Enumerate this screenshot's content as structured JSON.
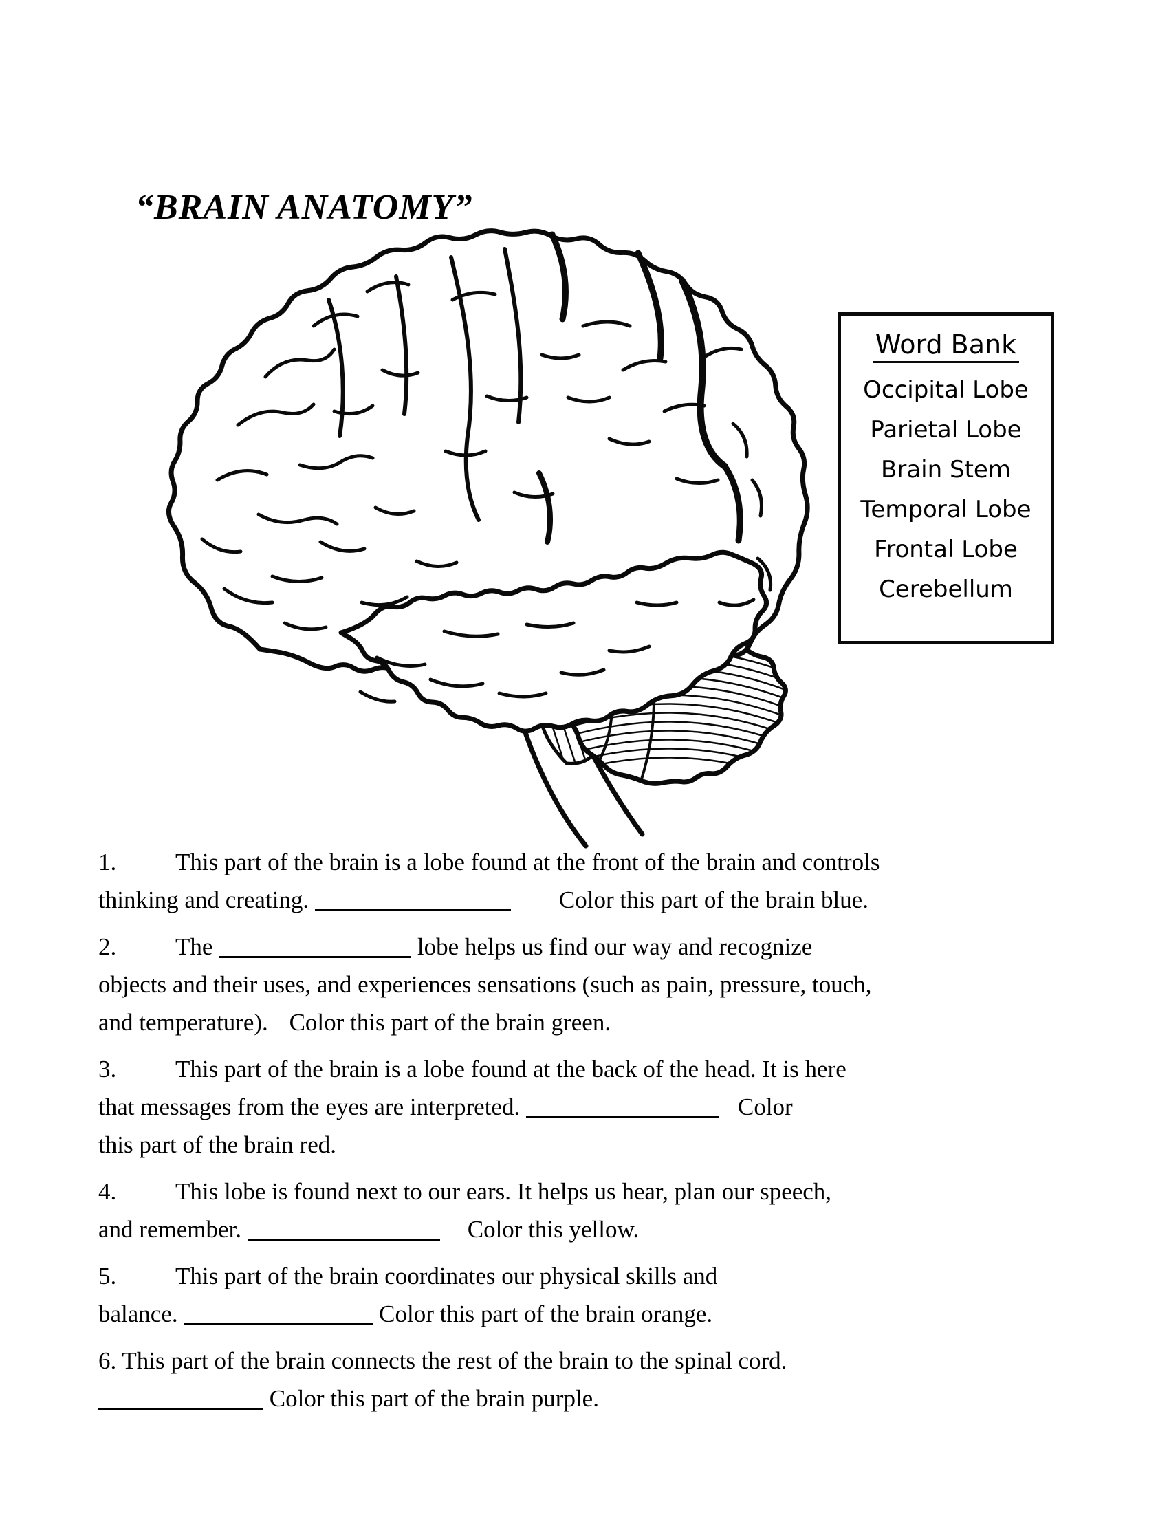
{
  "page": {
    "background": "#ffffff",
    "ink": "#0a0a0a"
  },
  "title": "“BRAIN ANATOMY”",
  "word_bank": {
    "title": "Word Bank",
    "items": [
      "Occipital Lobe",
      "Parietal Lobe",
      "Brain Stem",
      "Temporal Lobe",
      "Frontal Lobe",
      "Cerebellum"
    ]
  },
  "diagram": {
    "label": "brain-lateral-view-line-drawing"
  },
  "questions": [
    {
      "lines": [
        [
          {
            "n": "1."
          },
          {
            "t": "This part of the brain is a lobe found at the front of the brain and controls"
          }
        ],
        [
          {
            "t": "thinking and creating. "
          },
          {
            "b": 285
          },
          {
            "g": 70
          },
          {
            "t": "Color this part of the brain blue."
          }
        ]
      ]
    },
    {
      "lines": [
        [
          {
            "n": "2."
          },
          {
            "t": "The "
          },
          {
            "b": 280
          },
          {
            "t": " lobe helps us find our way and recognize"
          }
        ],
        [
          {
            "t": "objects and their uses, and experiences sensations (such as pain, pressure, touch,"
          }
        ],
        [
          {
            "t": "and temperature). "
          },
          {
            "g": 22
          },
          {
            "t": "Color this part of the brain green."
          }
        ]
      ]
    },
    {
      "lines": [
        [
          {
            "n": "3."
          },
          {
            "t": "This part of the brain is a lobe found at the back of the head. It is here"
          }
        ],
        [
          {
            "t": "that messages from the eyes are interpreted. "
          },
          {
            "b": 280
          },
          {
            "g": 28
          },
          {
            "t": "Color"
          }
        ],
        [
          {
            "t": "this part of the brain red."
          }
        ]
      ]
    },
    {
      "lines": [
        [
          {
            "n": "4."
          },
          {
            "t": "This lobe is found next to our ears. It helps us hear, plan our speech,"
          }
        ],
        [
          {
            "t": "and remember. "
          },
          {
            "b": 280
          },
          {
            "g": 40
          },
          {
            "t": "Color this yellow."
          }
        ]
      ]
    },
    {
      "lines": [
        [
          {
            "n": "5."
          },
          {
            "t": "This part of the brain coordinates our physical skills and"
          }
        ],
        [
          {
            "t": "balance. "
          },
          {
            "b": 275
          },
          {
            "t": " Color this part of the brain orange."
          }
        ]
      ]
    },
    {
      "lines": [
        [
          {
            "t": "6. This part of the brain connects the rest of the brain to the spinal cord."
          }
        ],
        [
          {
            "b": 240
          },
          {
            "t": " Color this part of the brain purple."
          }
        ]
      ]
    }
  ]
}
